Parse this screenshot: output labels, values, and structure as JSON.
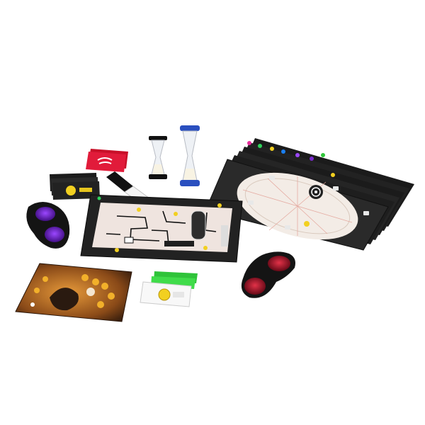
{
  "scene": {
    "background": "#ffffff"
  },
  "components": [
    {
      "id": "game-board",
      "icon": "maze-board",
      "color": "#222222"
    },
    {
      "id": "round-boards-stack",
      "icon": "circular-room-board",
      "color": "#2b2b2b"
    },
    {
      "id": "sand-timer-black",
      "icon": "hourglass",
      "color": "#111111"
    },
    {
      "id": "sand-timer-blue",
      "icon": "hourglass",
      "color": "#2a4fbf"
    },
    {
      "id": "goggles-purple",
      "icon": "blindfold-goggles",
      "color": "#6a1fb0"
    },
    {
      "id": "goggles-red",
      "icon": "blindfold-goggles",
      "color": "#a8102a"
    },
    {
      "id": "red-cards",
      "icon": "card-stack",
      "color": "#e11b3a"
    },
    {
      "id": "yellow-token-cards",
      "icon": "card-stack",
      "color": "#d9c22a"
    },
    {
      "id": "green-cards",
      "icon": "card-stack",
      "color": "#35d83f"
    },
    {
      "id": "dry-erase-marker",
      "icon": "marker",
      "color": "#111111"
    },
    {
      "id": "box-art-card",
      "icon": "illustrated-card",
      "color": "#b5792e"
    }
  ]
}
